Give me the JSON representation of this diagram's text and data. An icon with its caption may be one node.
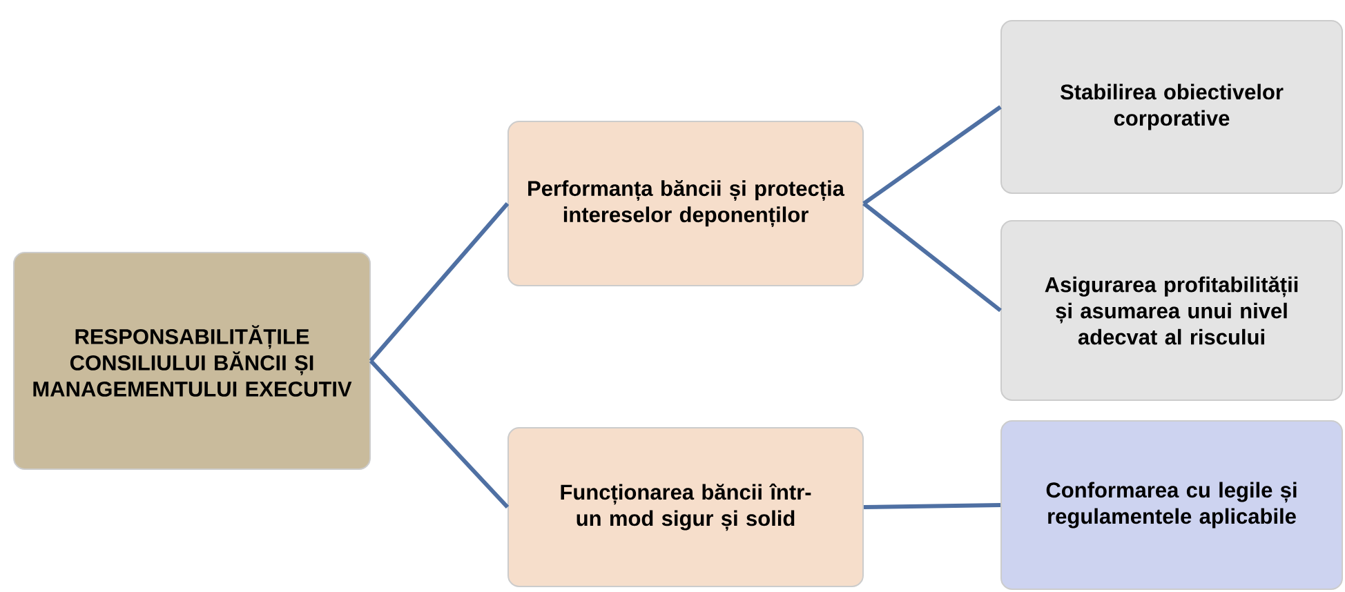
{
  "diagram": {
    "nodes": [
      {
        "text": [
          "RESPONSABILITĂȚILE CONSILIULUI BĂNCII ȘI MANAGEMENTULUI EXECUTIV"
        ]
      },
      {
        "text": [
          "Performanța băncii și protecția intereselor deponenților"
        ]
      },
      {
        "text": [
          "Funcționarea băncii într-un mod sigur și solid"
        ]
      },
      {
        "text": [
          "Stabilirea obiectivelor corporative"
        ]
      },
      {
        "text": [
          "Asigurarea profitabilității și asumarea unui nivel adecvat al riscului"
        ]
      },
      {
        "text": [
          "Conformarea cu legile și regulamentele aplicabile"
        ]
      }
    ],
    "edges": [
      {
        "from": 0,
        "to": 1,
        "arrow": "none"
      },
      {
        "from": 0,
        "to": 2,
        "arrow": "none"
      },
      {
        "from": 1,
        "to": 3,
        "arrow": "none"
      },
      {
        "from": 1,
        "to": 4,
        "arrow": "none"
      },
      {
        "from": 2,
        "to": 5,
        "arrow": "none"
      }
    ]
  }
}
